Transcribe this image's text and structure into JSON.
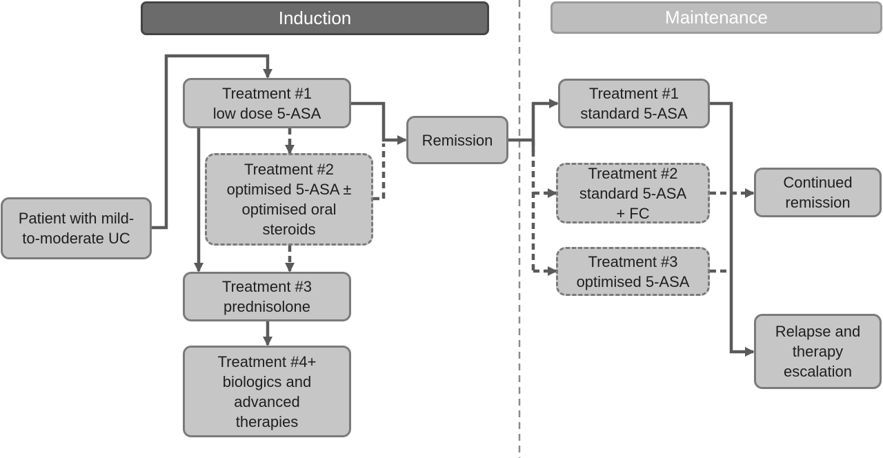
{
  "phases": {
    "induction": "Induction",
    "maintenance": "Maintenance"
  },
  "nodes": {
    "patient": [
      "Patient with mild-",
      "to-moderate UC"
    ],
    "ind_t1": [
      "Treatment #1",
      "low dose 5-ASA"
    ],
    "ind_t2": [
      "Treatment #2",
      "optimised 5-ASA ±",
      "optimised oral",
      "steroids"
    ],
    "ind_t3": [
      "Treatment #3",
      "prednisolone"
    ],
    "ind_t4": [
      "Treatment #4+",
      "biologics and",
      "advanced",
      "therapies"
    ],
    "remission": [
      "Remission"
    ],
    "main_t1": [
      "Treatment #1",
      "standard 5-ASA"
    ],
    "main_t2": [
      "Treatment #2",
      "standard 5-ASA",
      "+ FC"
    ],
    "main_t3": [
      "Treatment #3",
      "optimised 5-ASA"
    ],
    "continued": [
      "Continued",
      "remission"
    ],
    "relapse": [
      "Relapse and",
      "therapy",
      "escalation"
    ]
  },
  "colors": {
    "connector": "#5a5a5a",
    "divider": "#8a8a8a",
    "box_fill": "#c6c6c6",
    "box_border": "#7a7a7a"
  }
}
